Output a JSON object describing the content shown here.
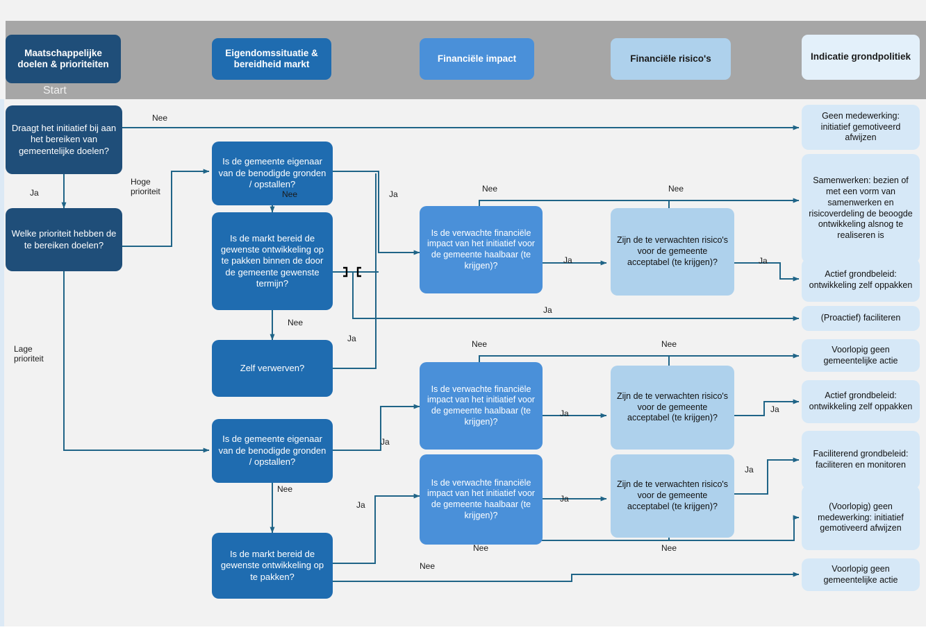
{
  "diagram": {
    "start_label": "Start",
    "headers": [
      {
        "id": "h1",
        "label": "Maatschappelijke doelen & prioriteiten",
        "tone": "navy"
      },
      {
        "id": "h2",
        "label": "Eigendomssituatie & bereidheid markt",
        "tone": "blue"
      },
      {
        "id": "h3",
        "label": "Financiële impact",
        "tone": "mid"
      },
      {
        "id": "h4",
        "label": "Financiële risico's",
        "tone": "light"
      },
      {
        "id": "h5",
        "label": "Indicatie grondpolitiek",
        "tone": "pale"
      }
    ],
    "nodes": {
      "d1": "Draagt het initiatief bij aan het bereiken van gemeentelijke doelen?",
      "d2": "Welke prioriteit hebben de te bereiken doelen?",
      "d3": "Is de gemeente eigenaar van de benodigde gronden / opstallen?",
      "d4": "Is de markt bereid de gewenste ontwikkeling op te pakken binnen de door de gemeente gewenste termijn?",
      "d5": "Zelf verwerven?",
      "d6": "Is de gemeente eigenaar van de benodigde gronden / opstallen?",
      "d7": "Is de markt bereid de gewenste ontwikkeling op te pakken?",
      "f1": "Is de verwachte financiële impact van het initiatief voor de gemeente haalbaar (te krijgen)?",
      "f2": "Is de verwachte financiële impact van het initiatief voor de gemeente haalbaar (te krijgen)?",
      "f3": "Is de verwachte financiële impact van het initiatief voor de gemeente haalbaar (te krijgen)?",
      "r1": "Zijn de te verwachten risico's voor de gemeente acceptabel (te krijgen)?",
      "r2": "Zijn de te verwachten risico's voor de gemeente acceptabel (te krijgen)?",
      "r3": "Zijn de te verwachten risico's voor de gemeente acceptabel (te krijgen)?"
    },
    "outcomes": {
      "o1": "Geen medewerking: initiatief gemotiveerd afwijzen",
      "o2": "Samenwerken: bezien of met een vorm van samenwerken en risicoverdeling de beoogde ontwikkeling alsnog te realiseren is",
      "o3": "Actief grondbeleid: ontwikkeling zelf oppakken",
      "o4": "(Proactief) faciliteren",
      "o5": "Voorlopig geen gemeentelijke actie",
      "o6": "Actief grondbeleid: ontwikkeling zelf oppakken",
      "o7": "Faciliterend grondbeleid: faciliteren en monitoren",
      "o8": "(Voorlopig) geen medewerking: initiatief gemotiveerd afwijzen",
      "o9": "Voorlopig geen gemeentelijke actie"
    },
    "edge_labels": {
      "e_d1_nee": "Nee",
      "e_d1_ja": "Ja",
      "e_d2_hoog": "Hoge prioriteit",
      "e_d2_laag": "Lage prioriteit",
      "e_d3_ja": "Ja",
      "e_d3_nee": "Nee",
      "e_d4_nee": "Nee",
      "e_d4_ja": "Ja",
      "e_f1_nee": "Nee",
      "e_f1_ja": "Ja",
      "e_r1_nee": "Nee",
      "e_r1_ja": "Ja",
      "e_d5_ja": "Ja",
      "e_f2_nee": "Nee",
      "e_f2_ja": "Ja",
      "e_r2_nee": "Nee",
      "e_r2_ja": "Ja",
      "e_d6_ja": "Ja",
      "e_d6_nee": "Nee",
      "e_f3_ja": "Ja",
      "e_f3_nee": "Nee",
      "e_r3_ja": "Ja",
      "e_r3_nee": "Nee",
      "e_d7_nee": "Nee"
    },
    "colors": {
      "navy": "#1f4e79",
      "blue": "#1f6cb0",
      "mid": "#4a90d9",
      "light": "#aed1ec",
      "pale": "#e3f0fa",
      "outcome": "#d6e8f7",
      "band": "#a6a6a6",
      "canvas": "#f2f2f2",
      "wire": "#1f6487"
    }
  }
}
